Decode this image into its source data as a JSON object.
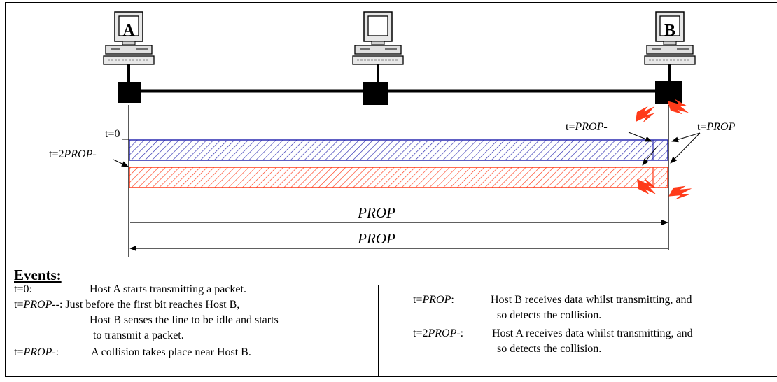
{
  "hosts": {
    "a_label": "A",
    "b_label": "B"
  },
  "timeline": {
    "t0_label": "t=0",
    "t2prop_prefix": "t=2",
    "t2prop_italic": "PROP",
    "t2prop_suffix": "-",
    "tprop_minus_prefix": "t=",
    "tprop_minus_italic": "PROP",
    "tprop_minus_suffix": "-",
    "tprop_prefix": "t=",
    "tprop_italic": "PROP",
    "prop_label_1": "PROP",
    "prop_label_2": "PROP"
  },
  "colors": {
    "blue_hatch": "#2b2bb0",
    "red_hatch": "#ff3b1a",
    "collision": "#ff3b1a"
  },
  "events": {
    "heading": "Events:",
    "left": [
      {
        "prefix": "t=0:",
        "italic": "",
        "suffix": "",
        "text": "Host A starts transmitting a packet."
      },
      {
        "prefix": "t=",
        "italic": "PROP",
        "suffix": "--:",
        "text": " Just before the first bit reaches Host B,"
      },
      {
        "prefix": "",
        "italic": "",
        "suffix": "",
        "text": "Host B senses the line to be idle and starts"
      },
      {
        "prefix": "",
        "italic": "",
        "suffix": "",
        "text": "to transmit a packet."
      },
      {
        "prefix": "t=",
        "italic": "PROP",
        "suffix": "-:",
        "text": "A collision takes place near Host B."
      }
    ],
    "right": [
      {
        "prefix": "t=",
        "italic": "PROP",
        "suffix": ":",
        "text": "Host B receives data whilst transmitting, and"
      },
      {
        "prefix": "",
        "italic": "",
        "suffix": "",
        "text": "so detects the collision."
      },
      {
        "prefix": "t=2",
        "italic": "PROP",
        "suffix": "-:",
        "text": "Host A receives data whilst transmitting, and"
      },
      {
        "prefix": "",
        "italic": "",
        "suffix": "",
        "text": "so detects the collision."
      }
    ]
  }
}
